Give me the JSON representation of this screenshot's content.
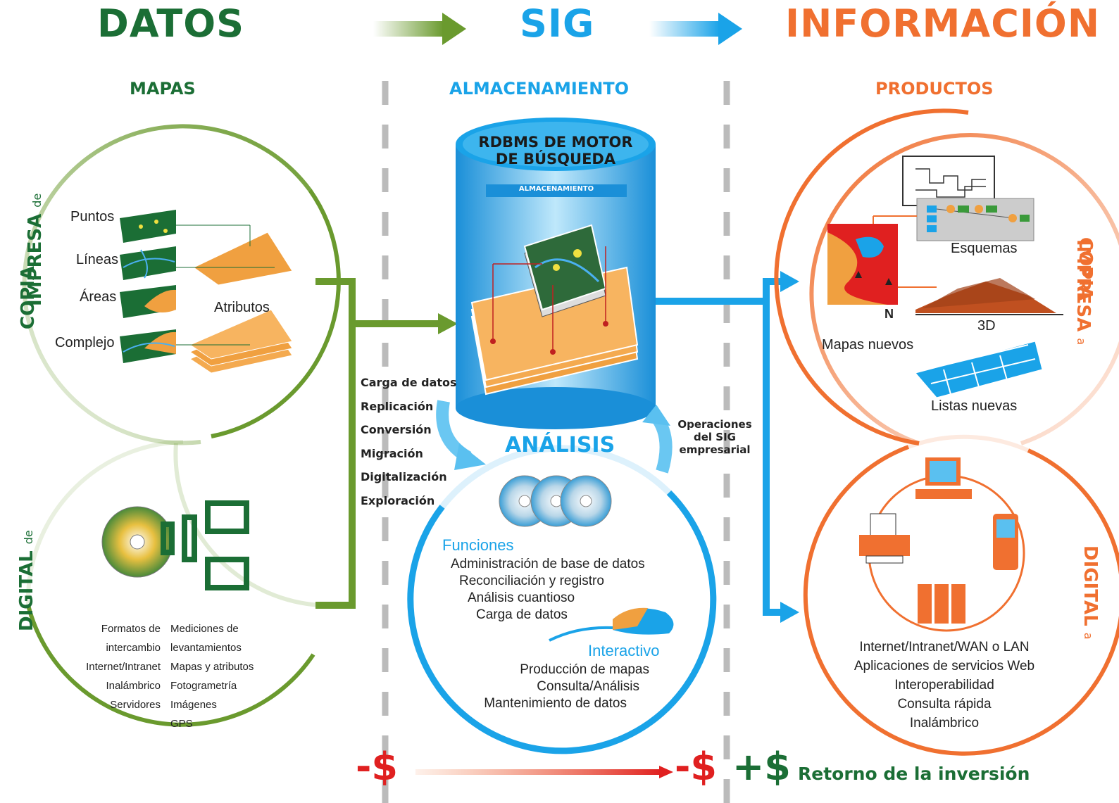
{
  "header": {
    "datos": "DATOS",
    "sig": "SIG",
    "informacion": "INFORMACIÓN"
  },
  "sections": {
    "mapas": "MAPAS",
    "almacenamiento": "ALMACENAMIENTO",
    "productos": "PRODUCTOS"
  },
  "left": {
    "copia_impresa_a": "COPIA",
    "copia_impresa_b": "IMPRESA",
    "copia_de": "de",
    "digital": "DIGITAL",
    "digital_de": "de",
    "map_items": [
      "Puntos",
      "Líneas",
      "Áreas",
      "Complejo"
    ],
    "atributos": "Atributos",
    "digital_col1": [
      "Formatos de intercambio",
      "Internet/Intranet",
      "Inalámbrico",
      "Servidores"
    ],
    "digital_col2": [
      "Mediciones de levantamientos",
      "Mapas y atributos",
      "Fotogrametría",
      "Imágenes",
      "GPS"
    ]
  },
  "center": {
    "db_title_1": "RDBMS DE MOTOR",
    "db_title_2": "DE BÚSQUEDA",
    "db_band": "ALMACENAMIENTO",
    "load_ops": [
      "Carga de datos",
      "Replicación",
      "Conversión",
      "Migración",
      "Digitalización",
      "Exploración"
    ],
    "ops_label_1": "Operaciones",
    "ops_label_2": "del SIG",
    "ops_label_3": "empresarial",
    "analisis": "ANÁLISIS",
    "funciones": "Funciones",
    "funciones_items": [
      "Administración de base de datos",
      "Reconciliación y registro",
      "Análisis cuantioso",
      "Carga de datos"
    ],
    "interactivo": "Interactivo",
    "interactivo_items": [
      "Producción de mapas",
      "Consulta/Análisis",
      "Mantenimiento de datos"
    ]
  },
  "right": {
    "copia_a": "COPIA",
    "copia_b": "IMPRESA",
    "copia_a_suffix": "a",
    "digital": "DIGITAL",
    "digital_suffix": "a",
    "esquemas": "Esquemas",
    "tres_d": "3D",
    "mapas_nuevos": "Mapas nuevos",
    "listas_nuevas": "Listas nuevas",
    "north": "N",
    "digital_items": [
      "Internet/Intranet/WAN o LAN",
      "Aplicaciones de servicios Web",
      "Interoperabilidad",
      "Consulta rápida",
      "Inalámbrico"
    ]
  },
  "footer": {
    "minus1": "-$",
    "minus2": "-$",
    "plus": "+$",
    "roi": "Retorno de la inversión"
  },
  "colors": {
    "green": "#2e7d32",
    "dark_green": "#1b6e35",
    "olive": "#6a9a2e",
    "blue": "#1aa3e8",
    "orange": "#f07030",
    "red": "#e02020"
  }
}
